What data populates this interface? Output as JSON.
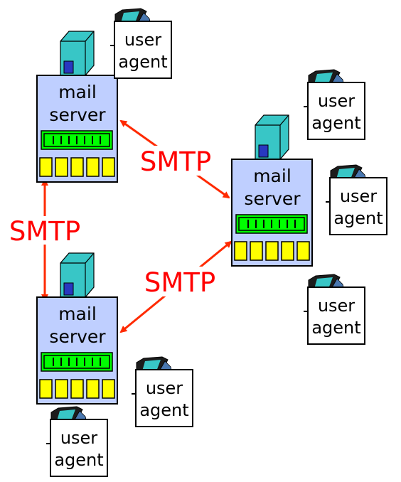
{
  "colors": {
    "server_box": "#bfcfff",
    "server_tower": "#38c6c6",
    "tower_slot": "#2838c0",
    "queue_green": "#00ff00",
    "queue_yellow": "#ffff00",
    "arrow": "#ff2a00",
    "smtp_text": "#ff0000",
    "outline": "#000000"
  },
  "mail_servers": [
    {
      "id": "top-left",
      "line1": "mail",
      "line2": "server",
      "queue_ticks": 7,
      "mailbox_count": 5
    },
    {
      "id": "right",
      "line1": "mail",
      "line2": "server",
      "queue_ticks": 7,
      "mailbox_count": 5
    },
    {
      "id": "bottom-left",
      "line1": "mail",
      "line2": "server",
      "queue_ticks": 7,
      "mailbox_count": 5
    }
  ],
  "user_agents": [
    {
      "line1": "user",
      "line2": "agent",
      "icon": "computer-monitor-icon"
    },
    {
      "line1": "user",
      "line2": "agent",
      "icon": "computer-monitor-icon"
    },
    {
      "line1": "user",
      "line2": "agent",
      "icon": "computer-monitor-icon"
    },
    {
      "line1": "user",
      "line2": "agent",
      "icon": "computer-monitor-icon"
    },
    {
      "line1": "user",
      "line2": "agent",
      "icon": "computer-monitor-icon"
    },
    {
      "line1": "user",
      "line2": "agent",
      "icon": "computer-monitor-icon"
    }
  ],
  "protocol_labels": [
    "SMTP",
    "SMTP",
    "SMTP"
  ],
  "connections": [
    {
      "from": "top-left",
      "to": "right",
      "label": "SMTP",
      "bidirectional": true
    },
    {
      "from": "top-left",
      "to": "bottom-left",
      "label": "SMTP",
      "bidirectional": true
    },
    {
      "from": "bottom-left",
      "to": "right",
      "label": "SMTP",
      "bidirectional": true
    }
  ]
}
